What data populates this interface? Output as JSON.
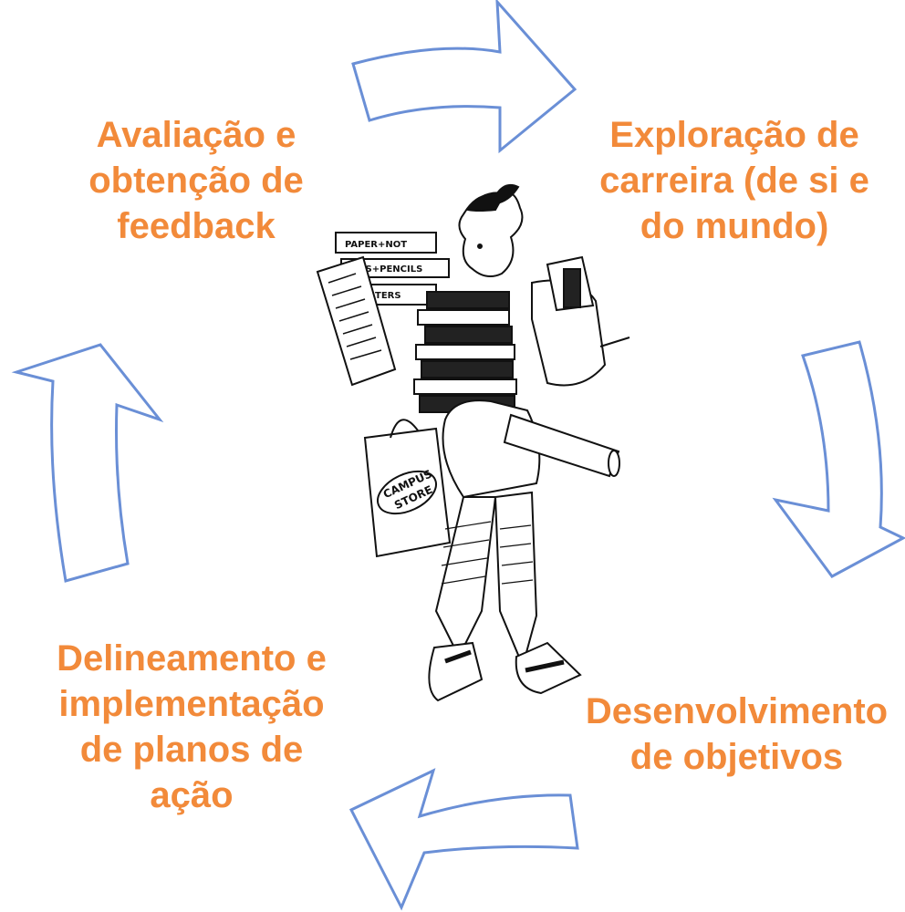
{
  "diagram": {
    "stages": [
      {
        "id": "evaluation",
        "label": "Avaliação e\nobtenção de\nfeedback"
      },
      {
        "id": "exploration",
        "label": "Exploração de\ncarreira (de si e\ndo mundo)"
      },
      {
        "id": "goals",
        "label": "Desenvolvimento\nde objetivos"
      },
      {
        "id": "plans",
        "label": "Delineamento e\nimplementação\nde planos de\nação"
      }
    ],
    "label_color": "#f28a3a",
    "arrow_stroke_color": "#6a8fd6",
    "illustration": {
      "signs": [
        "PAPER+NOT",
        "PENS+PENCILS",
        "POSTERS"
      ],
      "bag_text": [
        "CAMPUS",
        "STORE"
      ]
    }
  }
}
